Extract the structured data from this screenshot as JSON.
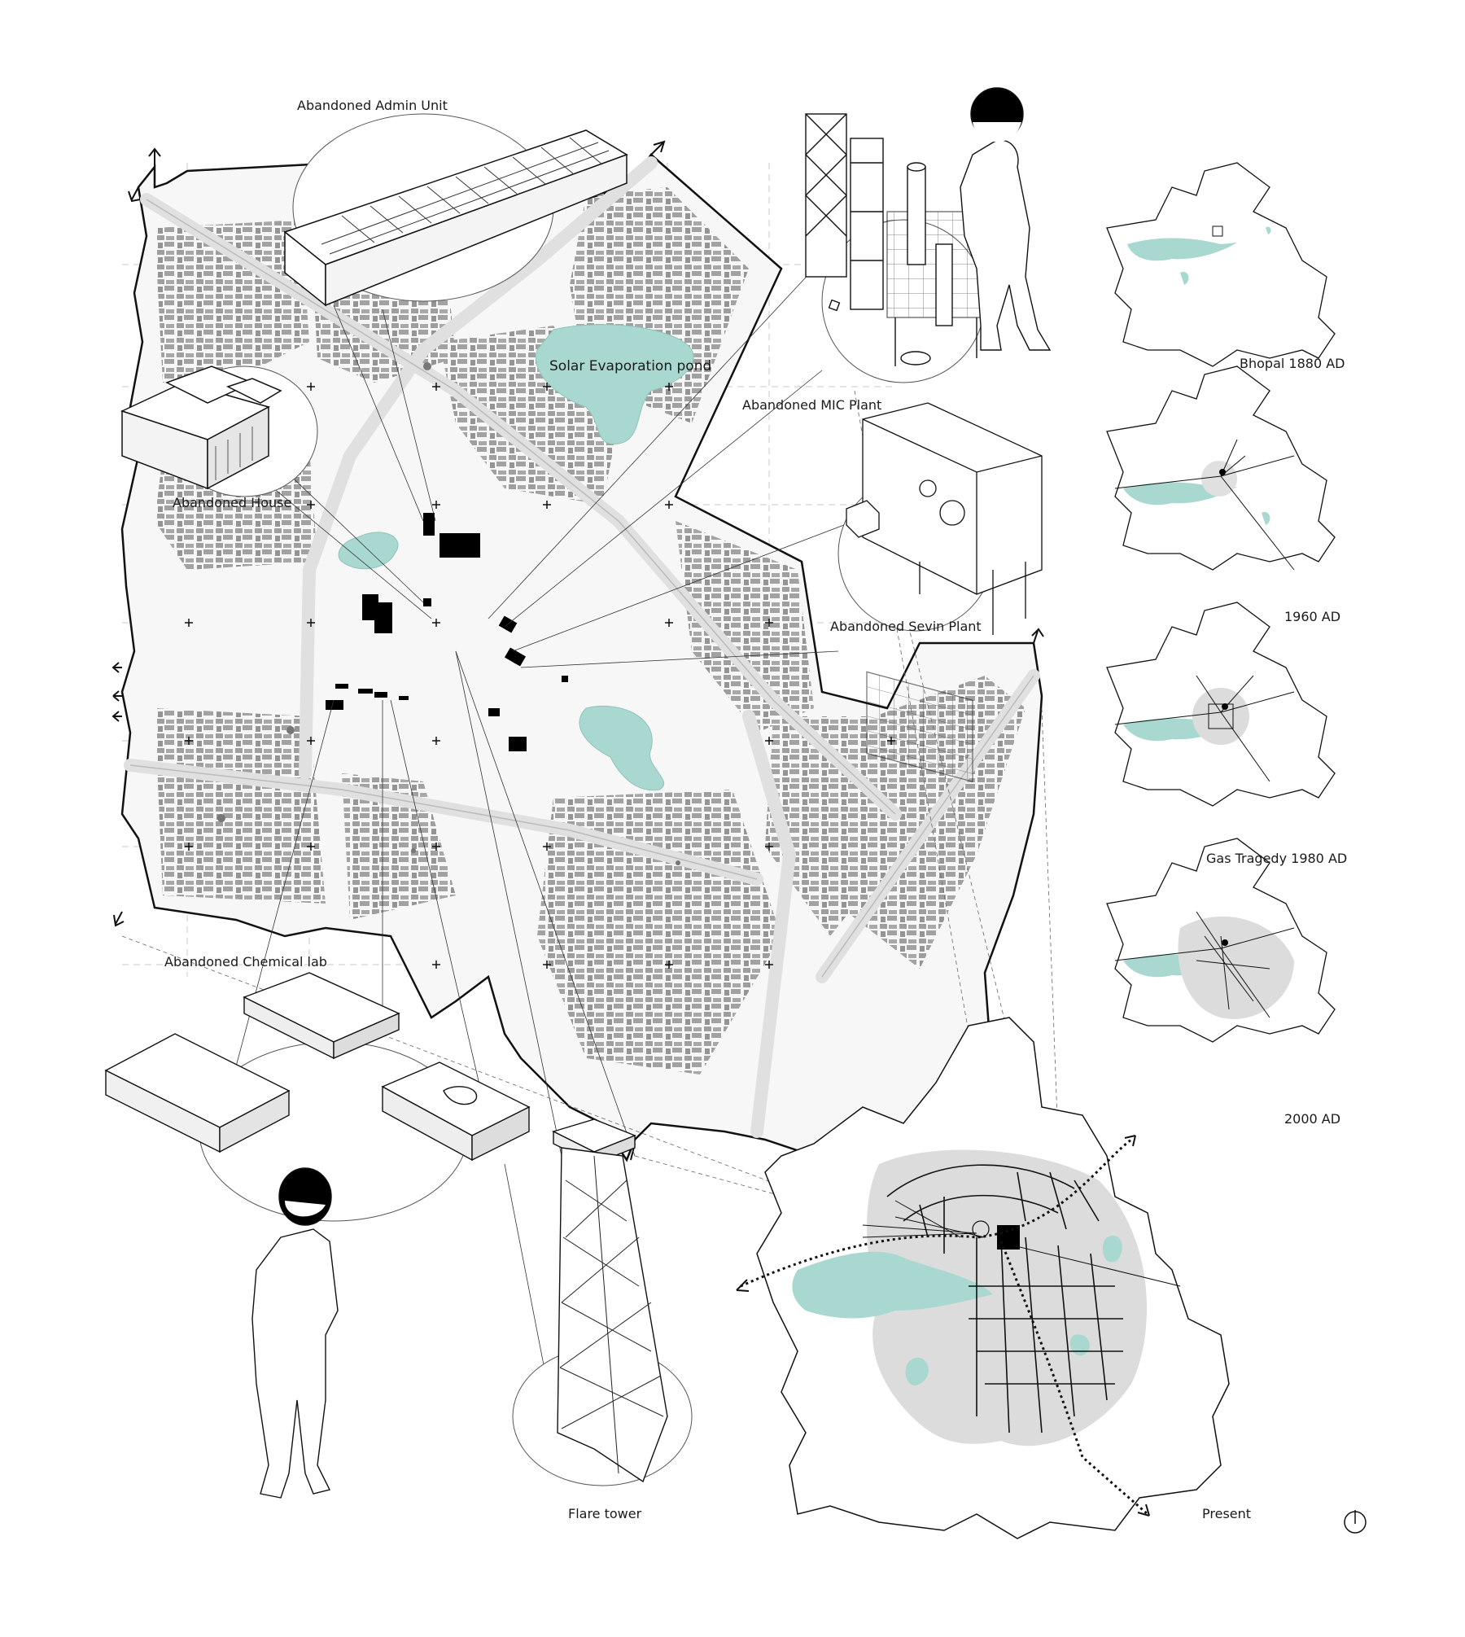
{
  "labels": {
    "admin_unit": "Abandoned Admin Unit",
    "solar_pond": "Solar Evaporation pond",
    "mic_plant": "Abandoned MIC Plant",
    "house": "Abandoned House",
    "sevin_plant": "Abandoned Sevin Plant",
    "chemical_lab": "Abandoned Chemical lab",
    "flare_tower": "Flare tower",
    "present": "Present"
  },
  "timeline": [
    {
      "label": "Bhopal 1880 AD"
    },
    {
      "label": "1960 AD"
    },
    {
      "label": "Gas Tragedy 1980 AD"
    },
    {
      "label": "2000 AD"
    }
  ],
  "colors": {
    "water": "#a8d8d0",
    "buildings": "#9a9a9a",
    "landmarks": "#000000",
    "urban_extent": "#dcdcdc",
    "roads": "#e6e6e6"
  },
  "icons": [
    "north-arrow-icon",
    "person-figure-icon"
  ]
}
